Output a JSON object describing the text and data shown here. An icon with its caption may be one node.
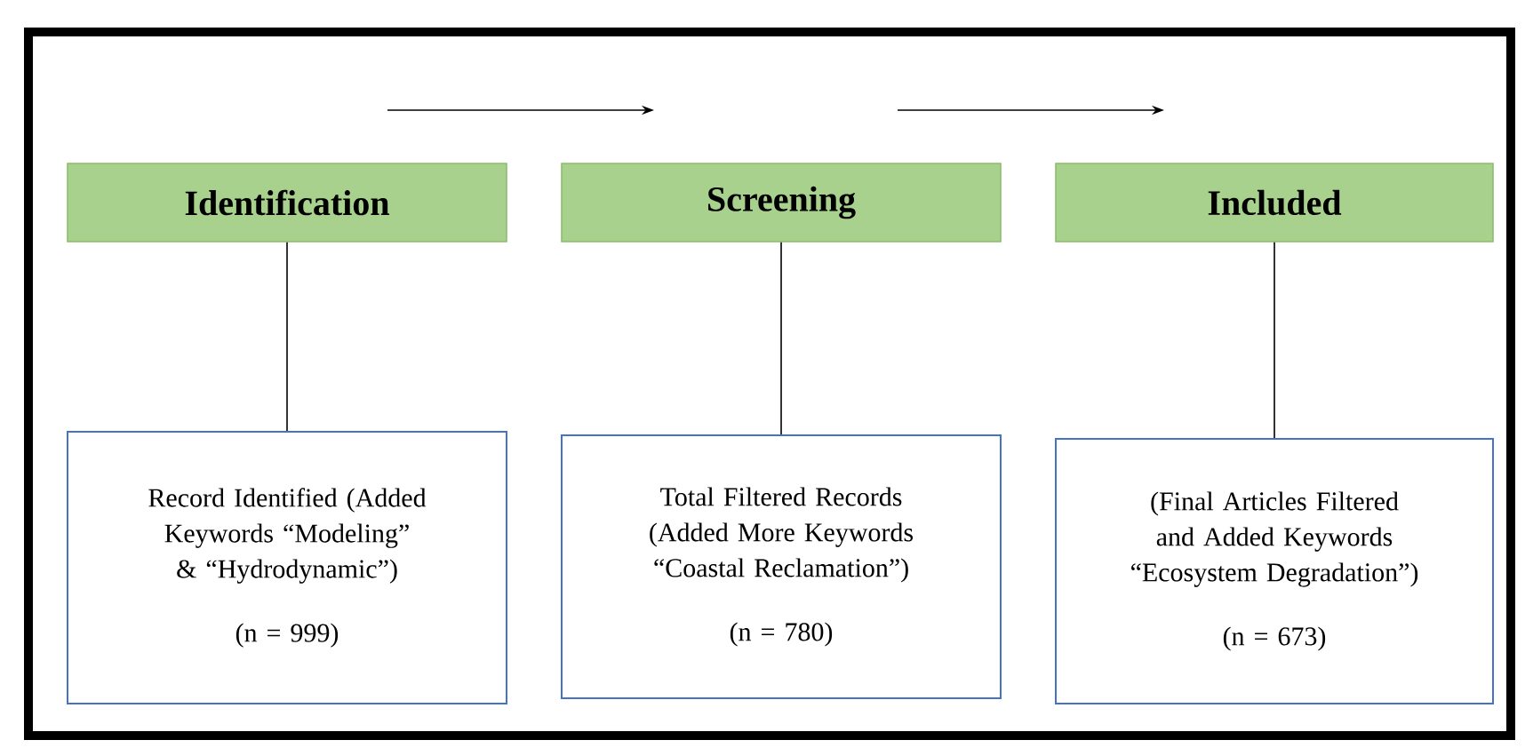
{
  "diagram": {
    "nodes": [
      {
        "text": [
          "Identification"
        ]
      },
      {
        "text": [
          "Screening"
        ]
      },
      {
        "text": [
          "Included"
        ]
      },
      {
        "text": [
          "Record Identified (Added Keywords “Modeling” & “Hydrodynamic”)",
          "(n = 999)"
        ]
      },
      {
        "text": [
          "Total Filtered Records (Added More Keywords “Coastal Reclamation”)",
          "(n = 780)"
        ]
      },
      {
        "text": [
          "(Final Articles Filtered and Added Keywords “Ecosystem Degradation”)",
          "(n = 673)"
        ]
      }
    ],
    "edges": [
      {
        "from": 0,
        "to": 3,
        "arrow": "none"
      },
      {
        "from": 1,
        "to": 4,
        "arrow": "none"
      },
      {
        "from": 2,
        "to": 5,
        "arrow": "none"
      }
    ]
  }
}
